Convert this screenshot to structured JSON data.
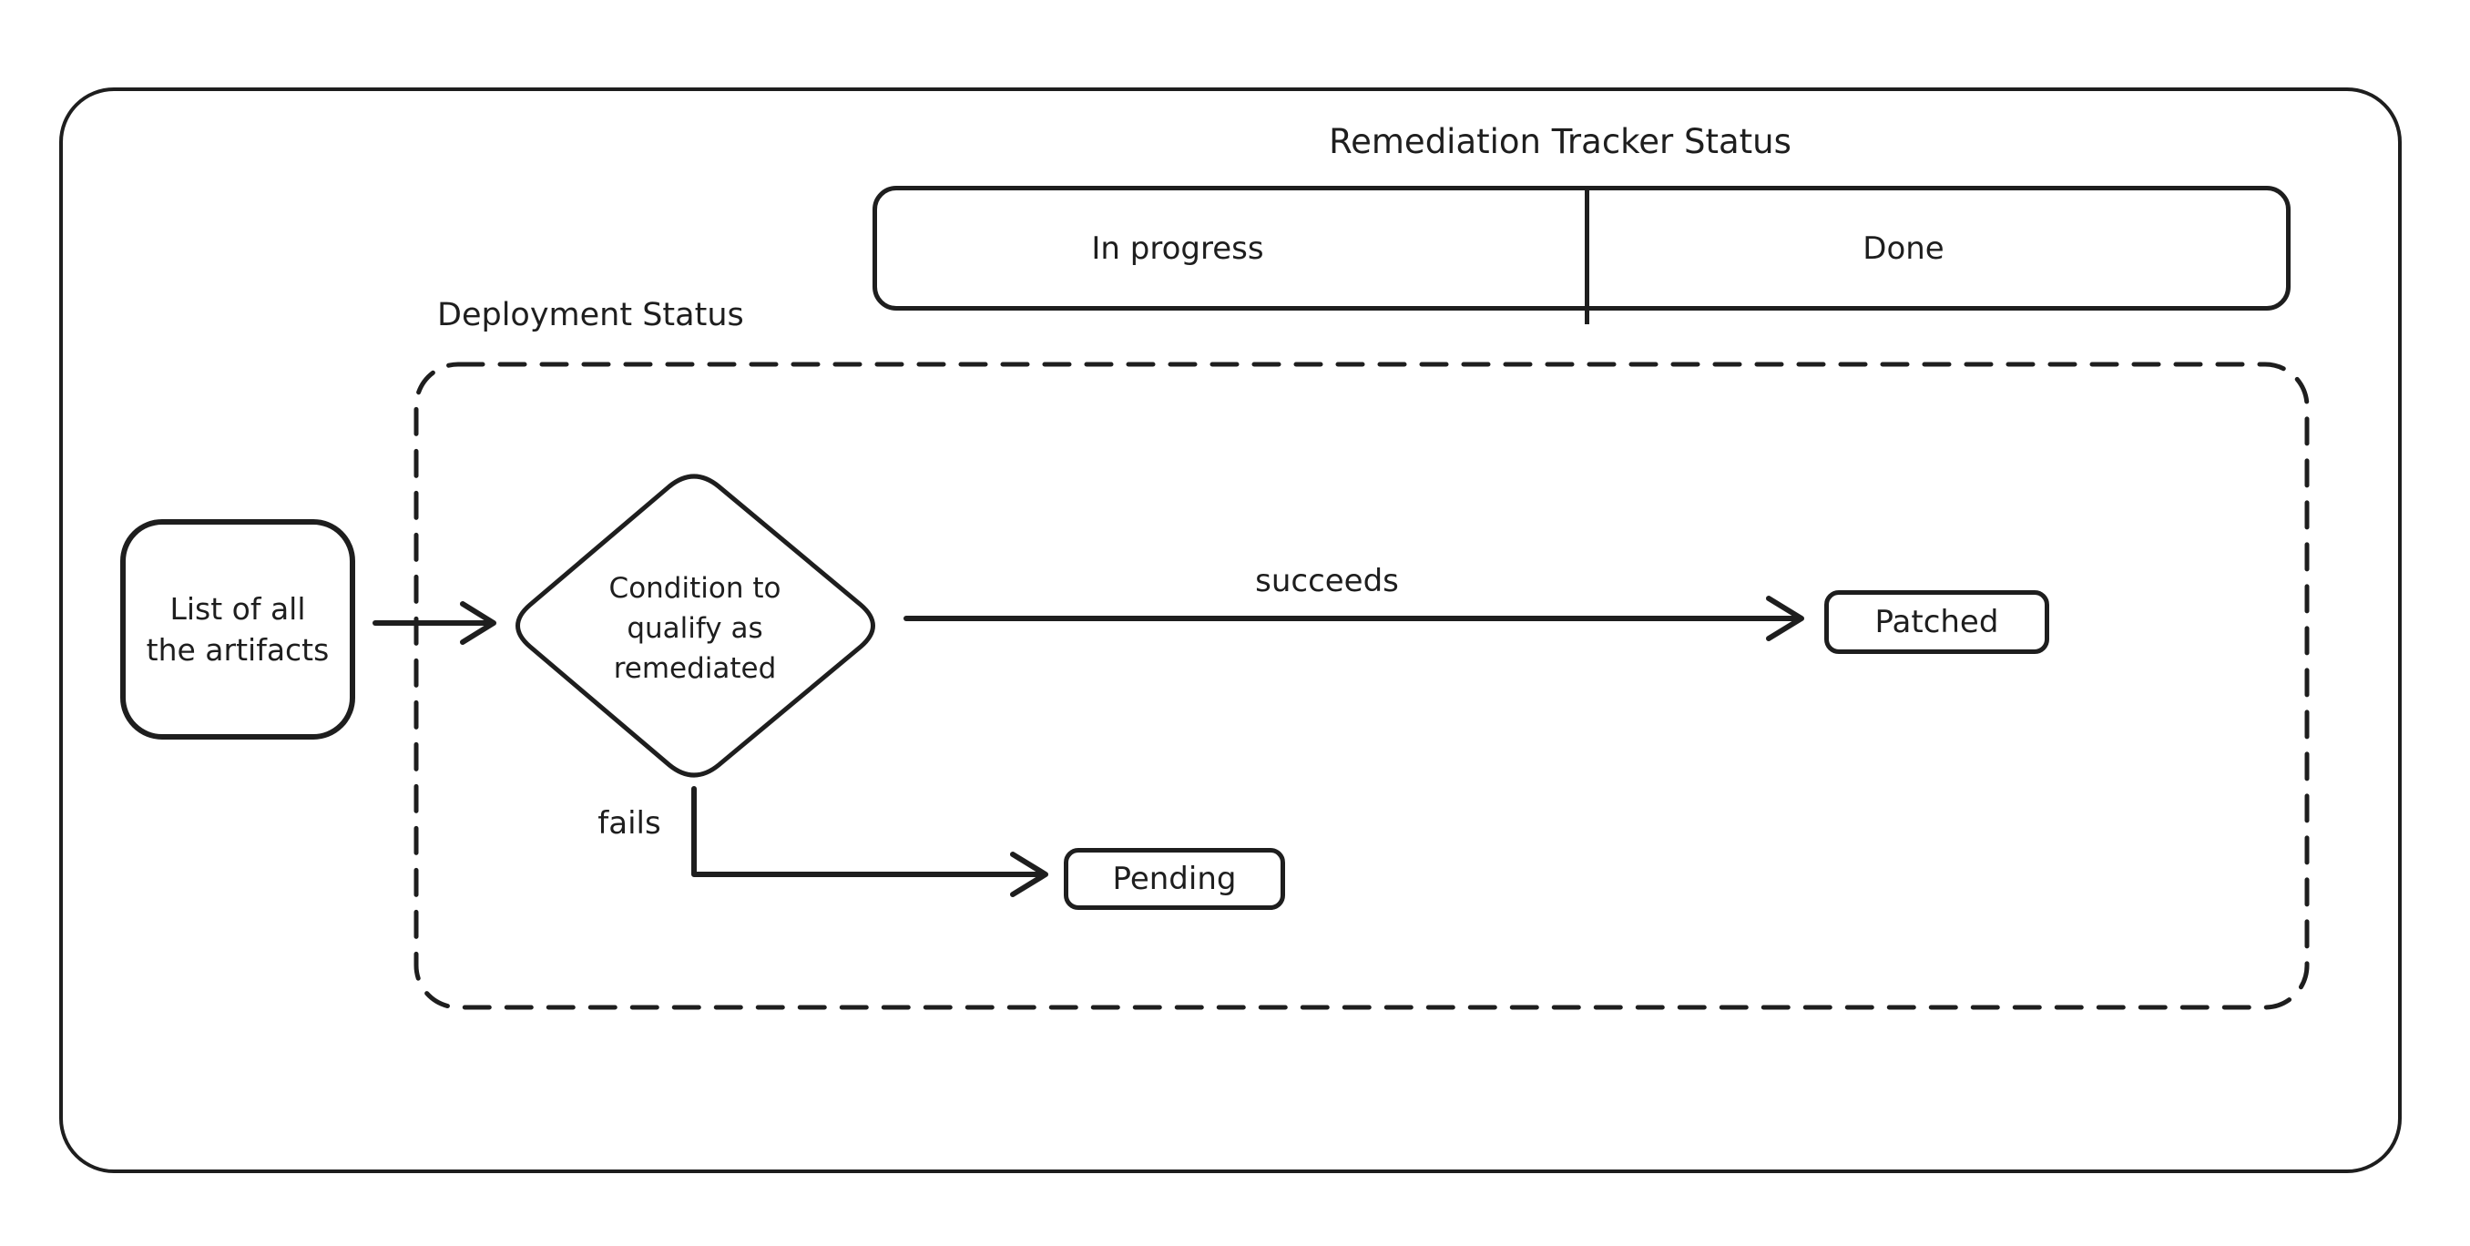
{
  "colors": {
    "stroke": "#1e1e1e",
    "background": "#ffffff"
  },
  "title": "Remediation Tracker Status",
  "tracker": {
    "columns": [
      {
        "label": "In progress"
      },
      {
        "label": "Done"
      }
    ]
  },
  "deployment": {
    "label": "Deployment Status"
  },
  "nodes": {
    "artifacts": {
      "lines": [
        "List of all",
        "the artifacts"
      ]
    },
    "condition": {
      "lines": [
        "Condition to",
        "qualify as",
        "remediated"
      ]
    },
    "patched": {
      "label": "Patched"
    },
    "pending": {
      "label": "Pending"
    }
  },
  "edges": {
    "succeeds": {
      "label": "succeeds"
    },
    "fails": {
      "label": "fails"
    }
  }
}
